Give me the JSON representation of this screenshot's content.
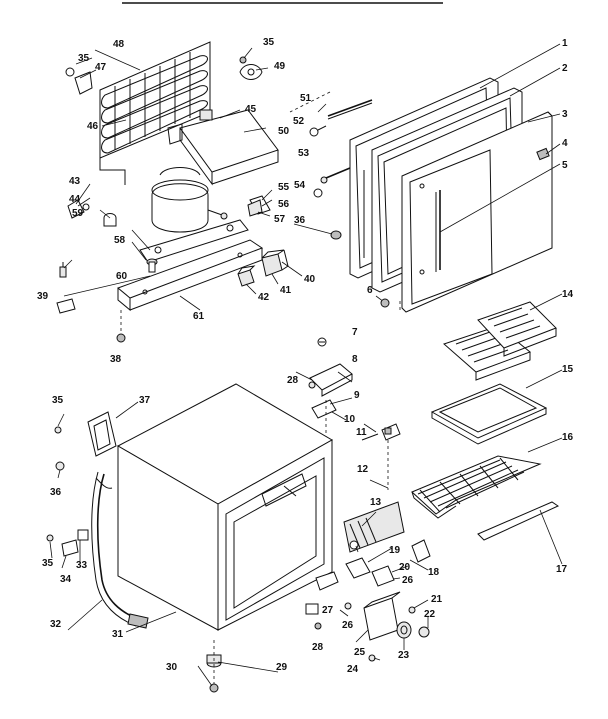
{
  "callouts": {
    "c1": "1",
    "c2": "2",
    "c3": "3",
    "c4": "4",
    "c5": "5",
    "c6": "6",
    "c7": "7",
    "c8": "8",
    "c9": "9",
    "c10": "10",
    "c11": "11",
    "c12": "12",
    "c13": "13",
    "c14": "14",
    "c15": "15",
    "c16": "16",
    "c17": "17",
    "c18": "18",
    "c19": "19",
    "c20": "20",
    "c21": "21",
    "c22": "22",
    "c23": "23",
    "c24": "24",
    "c25": "25",
    "c26a": "26",
    "c26b": "26",
    "c27": "27",
    "c28a": "28",
    "c28b": "28",
    "c29": "29",
    "c30": "30",
    "c31": "31",
    "c32": "32",
    "c33": "33",
    "c34": "34",
    "c35a": "35",
    "c35b": "35",
    "c35c": "35",
    "c35d": "35",
    "c36a": "36",
    "c36b": "36",
    "c37": "37",
    "c38": "38",
    "c39": "39",
    "c40": "40",
    "c41": "41",
    "c42": "42",
    "c43": "43",
    "c44": "44",
    "c45": "45",
    "c46": "46",
    "c47": "47",
    "c48": "48",
    "c49": "49",
    "c50": "50",
    "c51": "51",
    "c52": "52",
    "c53": "53",
    "c54": "54",
    "c55": "55",
    "c56": "56",
    "c57": "57",
    "c58": "58",
    "c59": "59",
    "c60": "60",
    "c61": "61"
  }
}
